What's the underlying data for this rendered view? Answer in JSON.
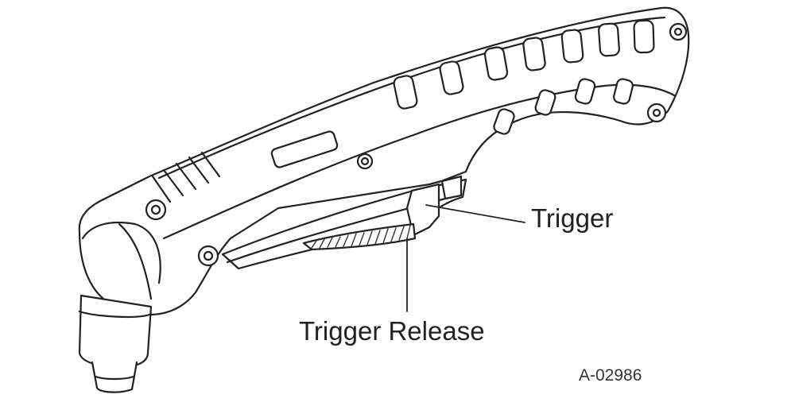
{
  "diagram": {
    "labels": {
      "trigger": "Trigger",
      "trigger_release": "Trigger Release",
      "figure_id": "A-02986"
    },
    "colors": {
      "stroke": "#222222",
      "fill": "#ffffff",
      "hatch": "#333333"
    }
  }
}
